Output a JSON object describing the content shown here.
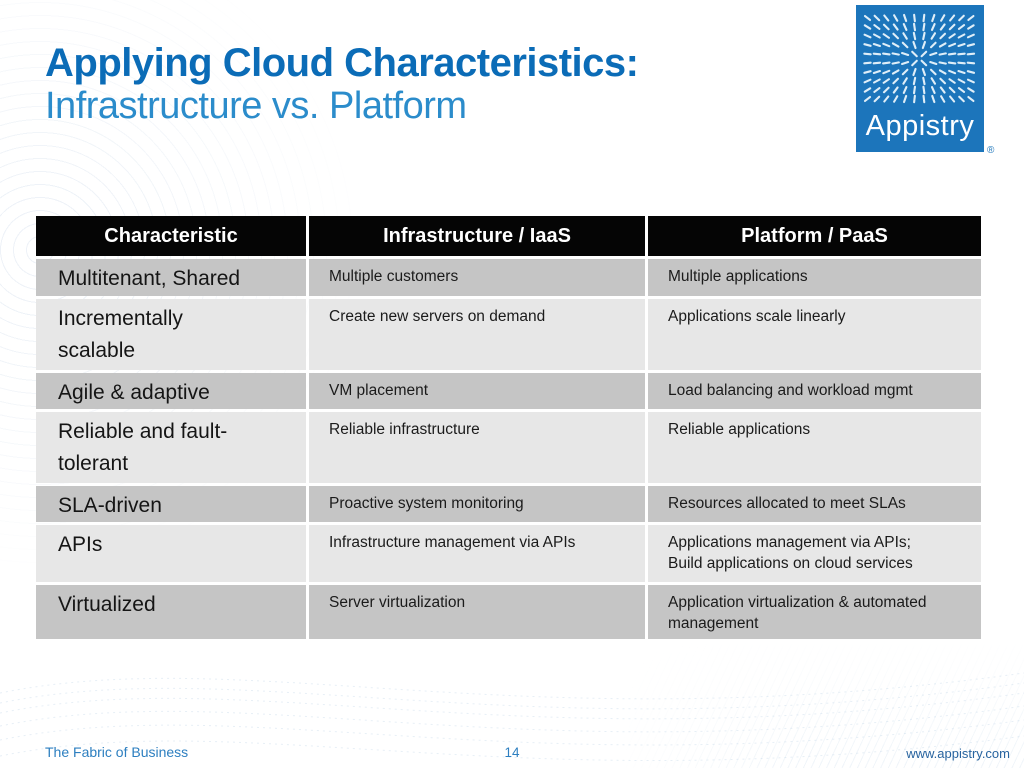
{
  "slide": {
    "title_line1": "Applying Cloud Characteristics:",
    "title_line2": "Infrastructure vs. Platform"
  },
  "logo": {
    "text": "Appistry",
    "registered_mark": "®"
  },
  "table": {
    "headers": [
      "Characteristic",
      "Infrastructure / IaaS",
      "Platform / PaaS"
    ],
    "rows": [
      {
        "characteristic": "Multitenant, Shared",
        "iaas": "Multiple customers",
        "paas": "Multiple applications"
      },
      {
        "characteristic": "Incrementally scalable",
        "iaas": "Create new servers on demand",
        "paas": "Applications scale linearly"
      },
      {
        "characteristic": "Agile & adaptive",
        "iaas": "VM placement",
        "paas": "Load balancing and workload mgmt"
      },
      {
        "characteristic": "Reliable and fault-tolerant",
        "iaas": "Reliable infrastructure",
        "paas": "Reliable applications"
      },
      {
        "characteristic": "SLA-driven",
        "iaas": "Proactive system monitoring",
        "paas": "Resources allocated to meet SLAs"
      },
      {
        "characteristic": "APIs",
        "iaas": "Infrastructure management via APIs",
        "paas": "Applications management via APIs; Build applications on cloud services"
      },
      {
        "characteristic": "Virtualized",
        "iaas": "Server virtualization",
        "paas": "Application virtualization & automated management"
      }
    ]
  },
  "footer": {
    "left": "The Fabric of Business",
    "page_number": "14",
    "right": "www.appistry.com"
  },
  "colors": {
    "title_primary": "#0b6cb7",
    "title_secondary": "#2b8ccb",
    "header_bg": "#050505",
    "row_dark": "#c5c5c5",
    "row_light": "#e7e7e7",
    "logo_blue": "#1c75bb",
    "footer_blue": "#2d7fc0",
    "footer_url": "#27639f"
  }
}
